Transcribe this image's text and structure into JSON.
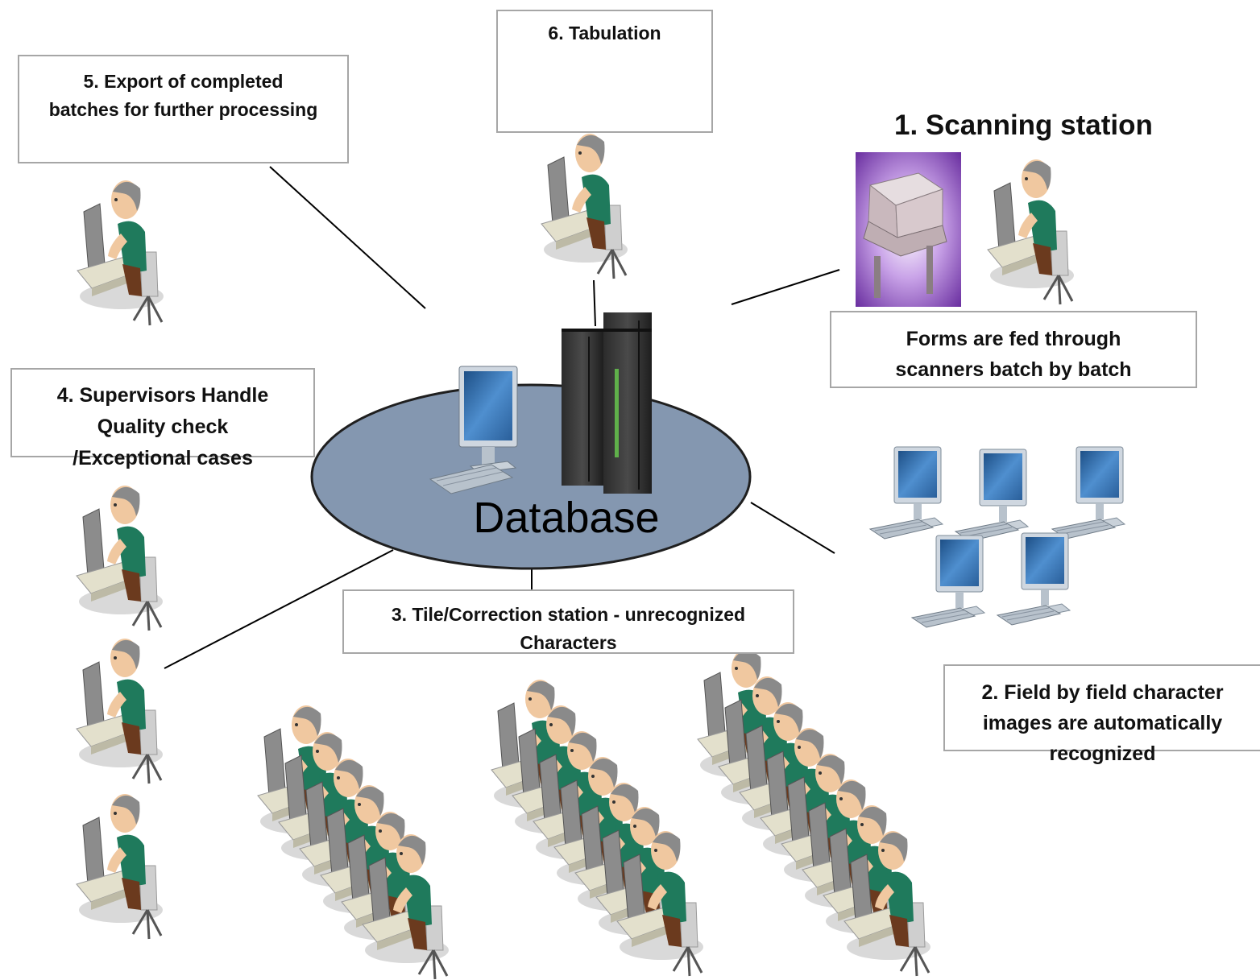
{
  "diagram": {
    "hub_label": "Database",
    "scanning_station_title": "1. Scanning station",
    "scanning_station_caption": "Forms are fed through\nscanners  batch by batch",
    "step2_label": "2. Field by field character\nimages are  automatically\nrecognized",
    "step3_label": "3. Tile/Correction station - unrecognized\nCharacters",
    "step4_label": "4. Supervisors Handle\nQuality check\n/Exceptional cases",
    "step5_label": "5. Export of completed\nbatches for further processing",
    "step6_label": "6. Tabulation"
  },
  "colors": {
    "hub_fill": "#8497b0",
    "hub_stroke": "#1f1f1f",
    "shirt": "#1f7a5c",
    "monitor_screen": "#3a6fa8",
    "box_border": "#a6a6a6"
  }
}
